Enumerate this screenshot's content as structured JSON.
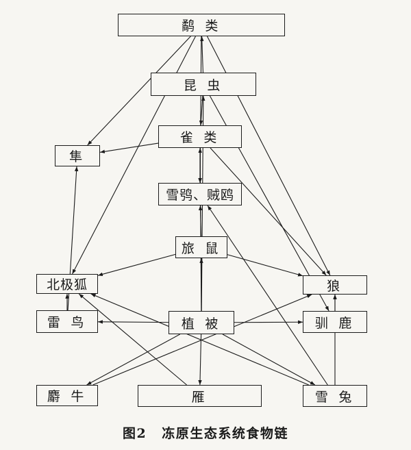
{
  "figure": {
    "caption_number": "图2",
    "caption_title": "冻原生态系统食物链"
  },
  "nodes": {
    "skua": "鹬 类",
    "insects": "昆 虫",
    "sparrows": "雀 类",
    "snowy_owl_gull": "雪鸮、贼鸥",
    "lemming": "旅 鼠",
    "falcon": "隼",
    "arctic_fox": "北极狐",
    "ptarmigan": "雷 鸟",
    "vegetation": "植 被",
    "wolf": "狼",
    "reindeer": "驯 鹿",
    "musk_ox": "麝 牛",
    "goose": "雁",
    "snow_hare": "雪 兔"
  },
  "edges": [
    [
      "vegetation",
      "insects"
    ],
    [
      "vegetation",
      "sparrows"
    ],
    [
      "vegetation",
      "lemming"
    ],
    [
      "vegetation",
      "ptarmigan"
    ],
    [
      "vegetation",
      "reindeer"
    ],
    [
      "vegetation",
      "musk_ox"
    ],
    [
      "vegetation",
      "goose"
    ],
    [
      "vegetation",
      "snow_hare"
    ],
    [
      "insects",
      "skua"
    ],
    [
      "insects",
      "sparrows"
    ],
    [
      "sparrows",
      "falcon"
    ],
    [
      "sparrows",
      "snowy_owl_gull"
    ],
    [
      "lemming",
      "snowy_owl_gull"
    ],
    [
      "lemming",
      "arctic_fox"
    ],
    [
      "lemming",
      "wolf"
    ],
    [
      "ptarmigan",
      "arctic_fox"
    ],
    [
      "ptarmigan",
      "falcon"
    ],
    [
      "snow_hare",
      "arctic_fox"
    ],
    [
      "snow_hare",
      "wolf"
    ],
    [
      "snow_hare",
      "snowy_owl_gull"
    ],
    [
      "reindeer",
      "wolf"
    ],
    [
      "musk_ox",
      "wolf"
    ],
    [
      "goose",
      "arctic_fox"
    ],
    [
      "skua",
      "falcon"
    ],
    [
      "skua",
      "arctic_fox"
    ],
    [
      "skua",
      "snowy_owl_gull"
    ],
    [
      "skua",
      "wolf"
    ],
    [
      "insects",
      "reindeer"
    ],
    [
      "sparrows",
      "wolf"
    ]
  ]
}
